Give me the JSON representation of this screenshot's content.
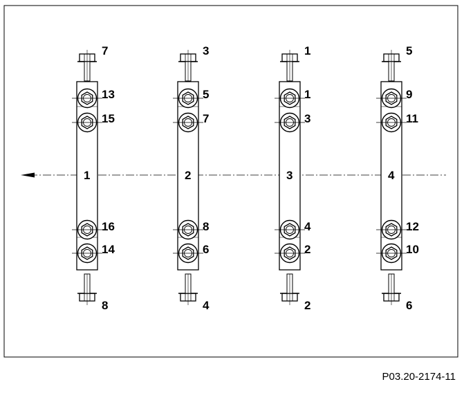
{
  "figure_ref": "P03.20-2174-11",
  "bearing_caps": [
    {
      "cap_number": "1",
      "outer_top_bolt": "7",
      "inner_top": [
        "13",
        "15"
      ],
      "inner_bottom": [
        "16",
        "14"
      ],
      "outer_bottom_bolt": "8"
    },
    {
      "cap_number": "2",
      "outer_top_bolt": "3",
      "inner_top": [
        "5",
        "7"
      ],
      "inner_bottom": [
        "8",
        "6"
      ],
      "outer_bottom_bolt": "4"
    },
    {
      "cap_number": "3",
      "outer_top_bolt": "1",
      "inner_top": [
        "1",
        "3"
      ],
      "inner_bottom": [
        "4",
        "2"
      ],
      "outer_bottom_bolt": "2"
    },
    {
      "cap_number": "4",
      "outer_top_bolt": "5",
      "inner_top": [
        "9",
        "11"
      ],
      "inner_bottom": [
        "12",
        "10"
      ],
      "outer_bottom_bolt": "6"
    }
  ],
  "colors": {
    "line": "#000000",
    "background": "#ffffff"
  }
}
